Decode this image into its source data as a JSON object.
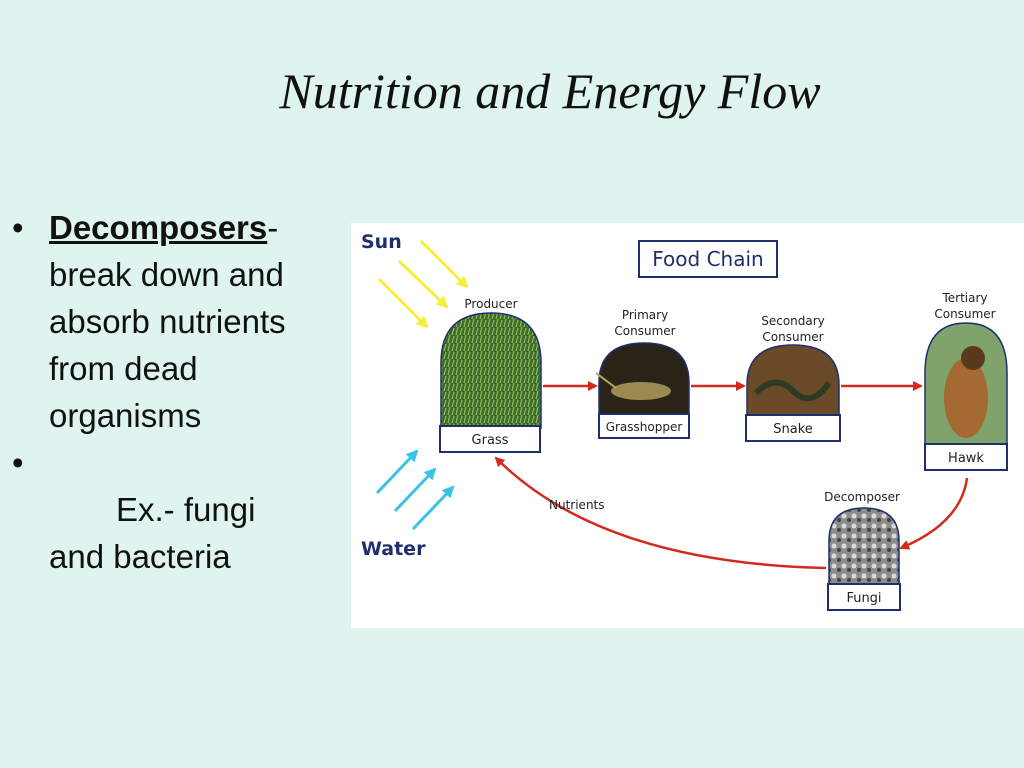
{
  "slide": {
    "title": "Nutrition and Energy Flow",
    "bullets": [
      {
        "term": "Decomposers",
        "suffix": "-",
        "text": "break down and absorb nutrients from dead organisms"
      },
      {
        "line1": "Ex.- fungi",
        "line2": "and bacteria"
      }
    ]
  },
  "diagram": {
    "title": "Food Chain",
    "sun_label": "Sun",
    "water_label": "Water",
    "nutrients_label": "Nutrients",
    "nodes": [
      {
        "role": "Producer",
        "name": "Grass"
      },
      {
        "role_line1": "Primary",
        "role_line2": "Consumer",
        "name": "Grasshopper"
      },
      {
        "role_line1": "Secondary",
        "role_line2": "Consumer",
        "name": "Snake"
      },
      {
        "role_line1": "Tertiary",
        "role_line2": "Consumer",
        "name": "Hawk"
      },
      {
        "role": "Decomposer",
        "name": "Fungi"
      }
    ],
    "colors": {
      "arrow": "#d42a1e",
      "sun": "#f2f03a",
      "water": "#3bc3e6",
      "label_text": "#1f2f6e",
      "box_border": "#1f2f6e"
    }
  }
}
